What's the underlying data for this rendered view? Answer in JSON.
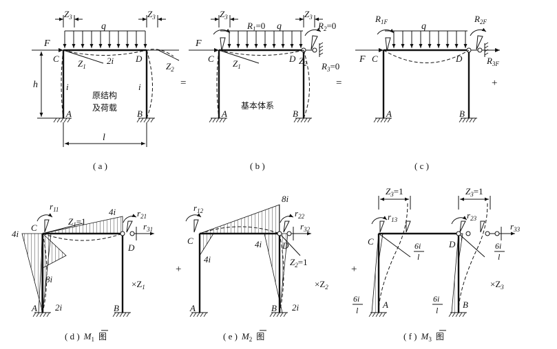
{
  "labels": {
    "Z3": "Z",
    "Z3_sub": "3",
    "q": "q",
    "F": "F",
    "C": "C",
    "D": "D",
    "A": "A",
    "B": "B",
    "h": "h",
    "l": "l",
    "i": "i",
    "two_i": "2i",
    "Z1": "Z",
    "Z1_sub": "1",
    "Z2": "Z",
    "Z2_sub": "2",
    "R1": "R",
    "R1_eq": "=0",
    "R2_eq": "=0",
    "R3_eq": "=0",
    "R1F": "R",
    "R1F_sub": "1F",
    "R2F": "R",
    "R2F_sub": "2F",
    "R3F": "R",
    "R3F_sub": "3F",
    "r11": "r",
    "r11_sub": "11",
    "r21": "r",
    "r21_sub": "21",
    "r31": "r",
    "r31_sub": "31",
    "r12": "r",
    "r12_sub": "12",
    "r22": "r",
    "r22_sub": "22",
    "r32": "r",
    "r32_sub": "32",
    "r13": "r",
    "r13_sub": "13",
    "r23": "r",
    "r23_sub": "23",
    "r33": "r",
    "r33_sub": "33",
    "four_i": "4i",
    "eight_i": "8i",
    "six_i": "6i",
    "over_l": "l",
    "Z1_eq1": "=1",
    "Z2_eq1": "=1",
    "Z3_eq1": "=1",
    "times_Z1": "×Z",
    "times_Z2": "×Z",
    "times_Z3": "×Z",
    "orig_structure_1": "原结构",
    "orig_structure_2": "及荷载",
    "basic_system": "基本体系",
    "equals": "=",
    "plus": "+",
    "sub1": "1",
    "sub2": "2",
    "sub3": "3"
  },
  "captions": {
    "a": "( a )",
    "b": "( b )",
    "c": "( c )",
    "d_pre": "( d )",
    "d_post": "图",
    "e_pre": "( e )",
    "e_post": "图",
    "f_pre": "( f )",
    "f_post": "图",
    "M": "M"
  }
}
